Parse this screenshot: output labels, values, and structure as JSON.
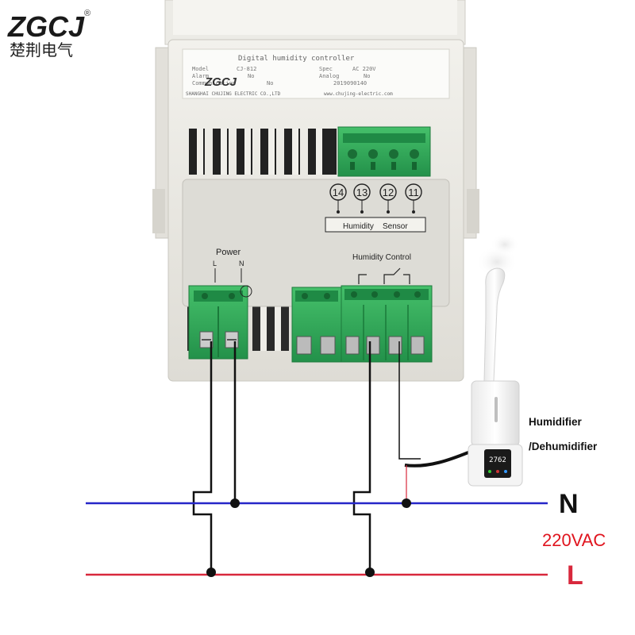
{
  "brand": {
    "logo_text": "ZGCJ",
    "registered_mark": "®",
    "chinese_name": "楚荆电气",
    "label_logo": "ZGCJ"
  },
  "product_label": {
    "title": "Digital humidity controller",
    "model_key": "Model",
    "model_val": "CJ-812",
    "spec_key": "Spec",
    "spec_val": "AC 220V",
    "alarm_key": "Alarm",
    "alarm_val": "No",
    "analog_key": "Analog",
    "analog_val": "No",
    "comm_key": "Communication",
    "comm_val": "No",
    "serial": "2019090140",
    "company": "SHANGHAI CHUJING ELECTRIC CO.,LTD",
    "website": "www.chujing-electric.com"
  },
  "terminals": {
    "numbers": [
      "14",
      "13",
      "12",
      "11"
    ],
    "humidity_label": "Humidity",
    "sensor_label": "Sensor",
    "power_label": "Power",
    "power_l": "L",
    "power_n": "N",
    "control_label": "Humidity Control"
  },
  "device": {
    "display_value": "2762",
    "label_line1": "Humidifier",
    "label_line2": "/Dehumidifier"
  },
  "power_lines": {
    "n_label": "N",
    "voltage_label": "220VAC",
    "l_label": "L",
    "n_color": "#2626c8",
    "l_color": "#d8283c",
    "voltage_color": "#e0141e"
  },
  "colors": {
    "terminal_green": "#2ea44f",
    "housing": "#e8e6df",
    "panel": "#dcdad4"
  }
}
